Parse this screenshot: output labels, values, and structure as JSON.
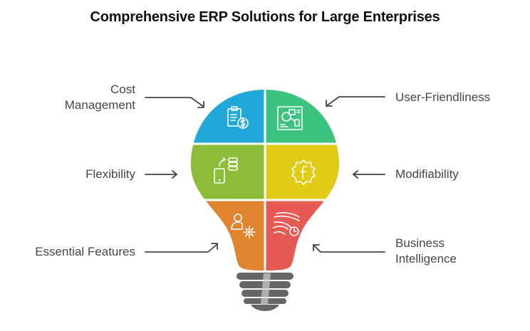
{
  "title": "Comprehensive ERP Solutions for Large Enterprises",
  "segments": [
    {
      "label_line1": "Cost",
      "label_line2": "Management",
      "color": "#22a8d8",
      "icon": "clipboard-dollar-icon",
      "side": "left"
    },
    {
      "label_line1": "User-Friendliness",
      "label_line2": "",
      "color": "#3dc27f",
      "icon": "interface-layout-icon",
      "side": "right"
    },
    {
      "label_line1": "Flexibility",
      "label_line2": "",
      "color": "#8dbb3a",
      "icon": "device-database-sync-icon",
      "side": "left"
    },
    {
      "label_line1": "Modifiability",
      "label_line2": "",
      "color": "#e0cb16",
      "icon": "function-gear-icon",
      "side": "right"
    },
    {
      "label_line1": "Essential Features",
      "label_line2": "",
      "color": "#e08430",
      "icon": "user-gear-icon",
      "side": "left"
    },
    {
      "label_line1": "Business",
      "label_line2": "Intelligence",
      "color": "#e55a52",
      "icon": "wind-clock-icon",
      "side": "right"
    }
  ],
  "colors": {
    "text": "#4a4442",
    "arrow": "#444444",
    "base": "#666666"
  }
}
